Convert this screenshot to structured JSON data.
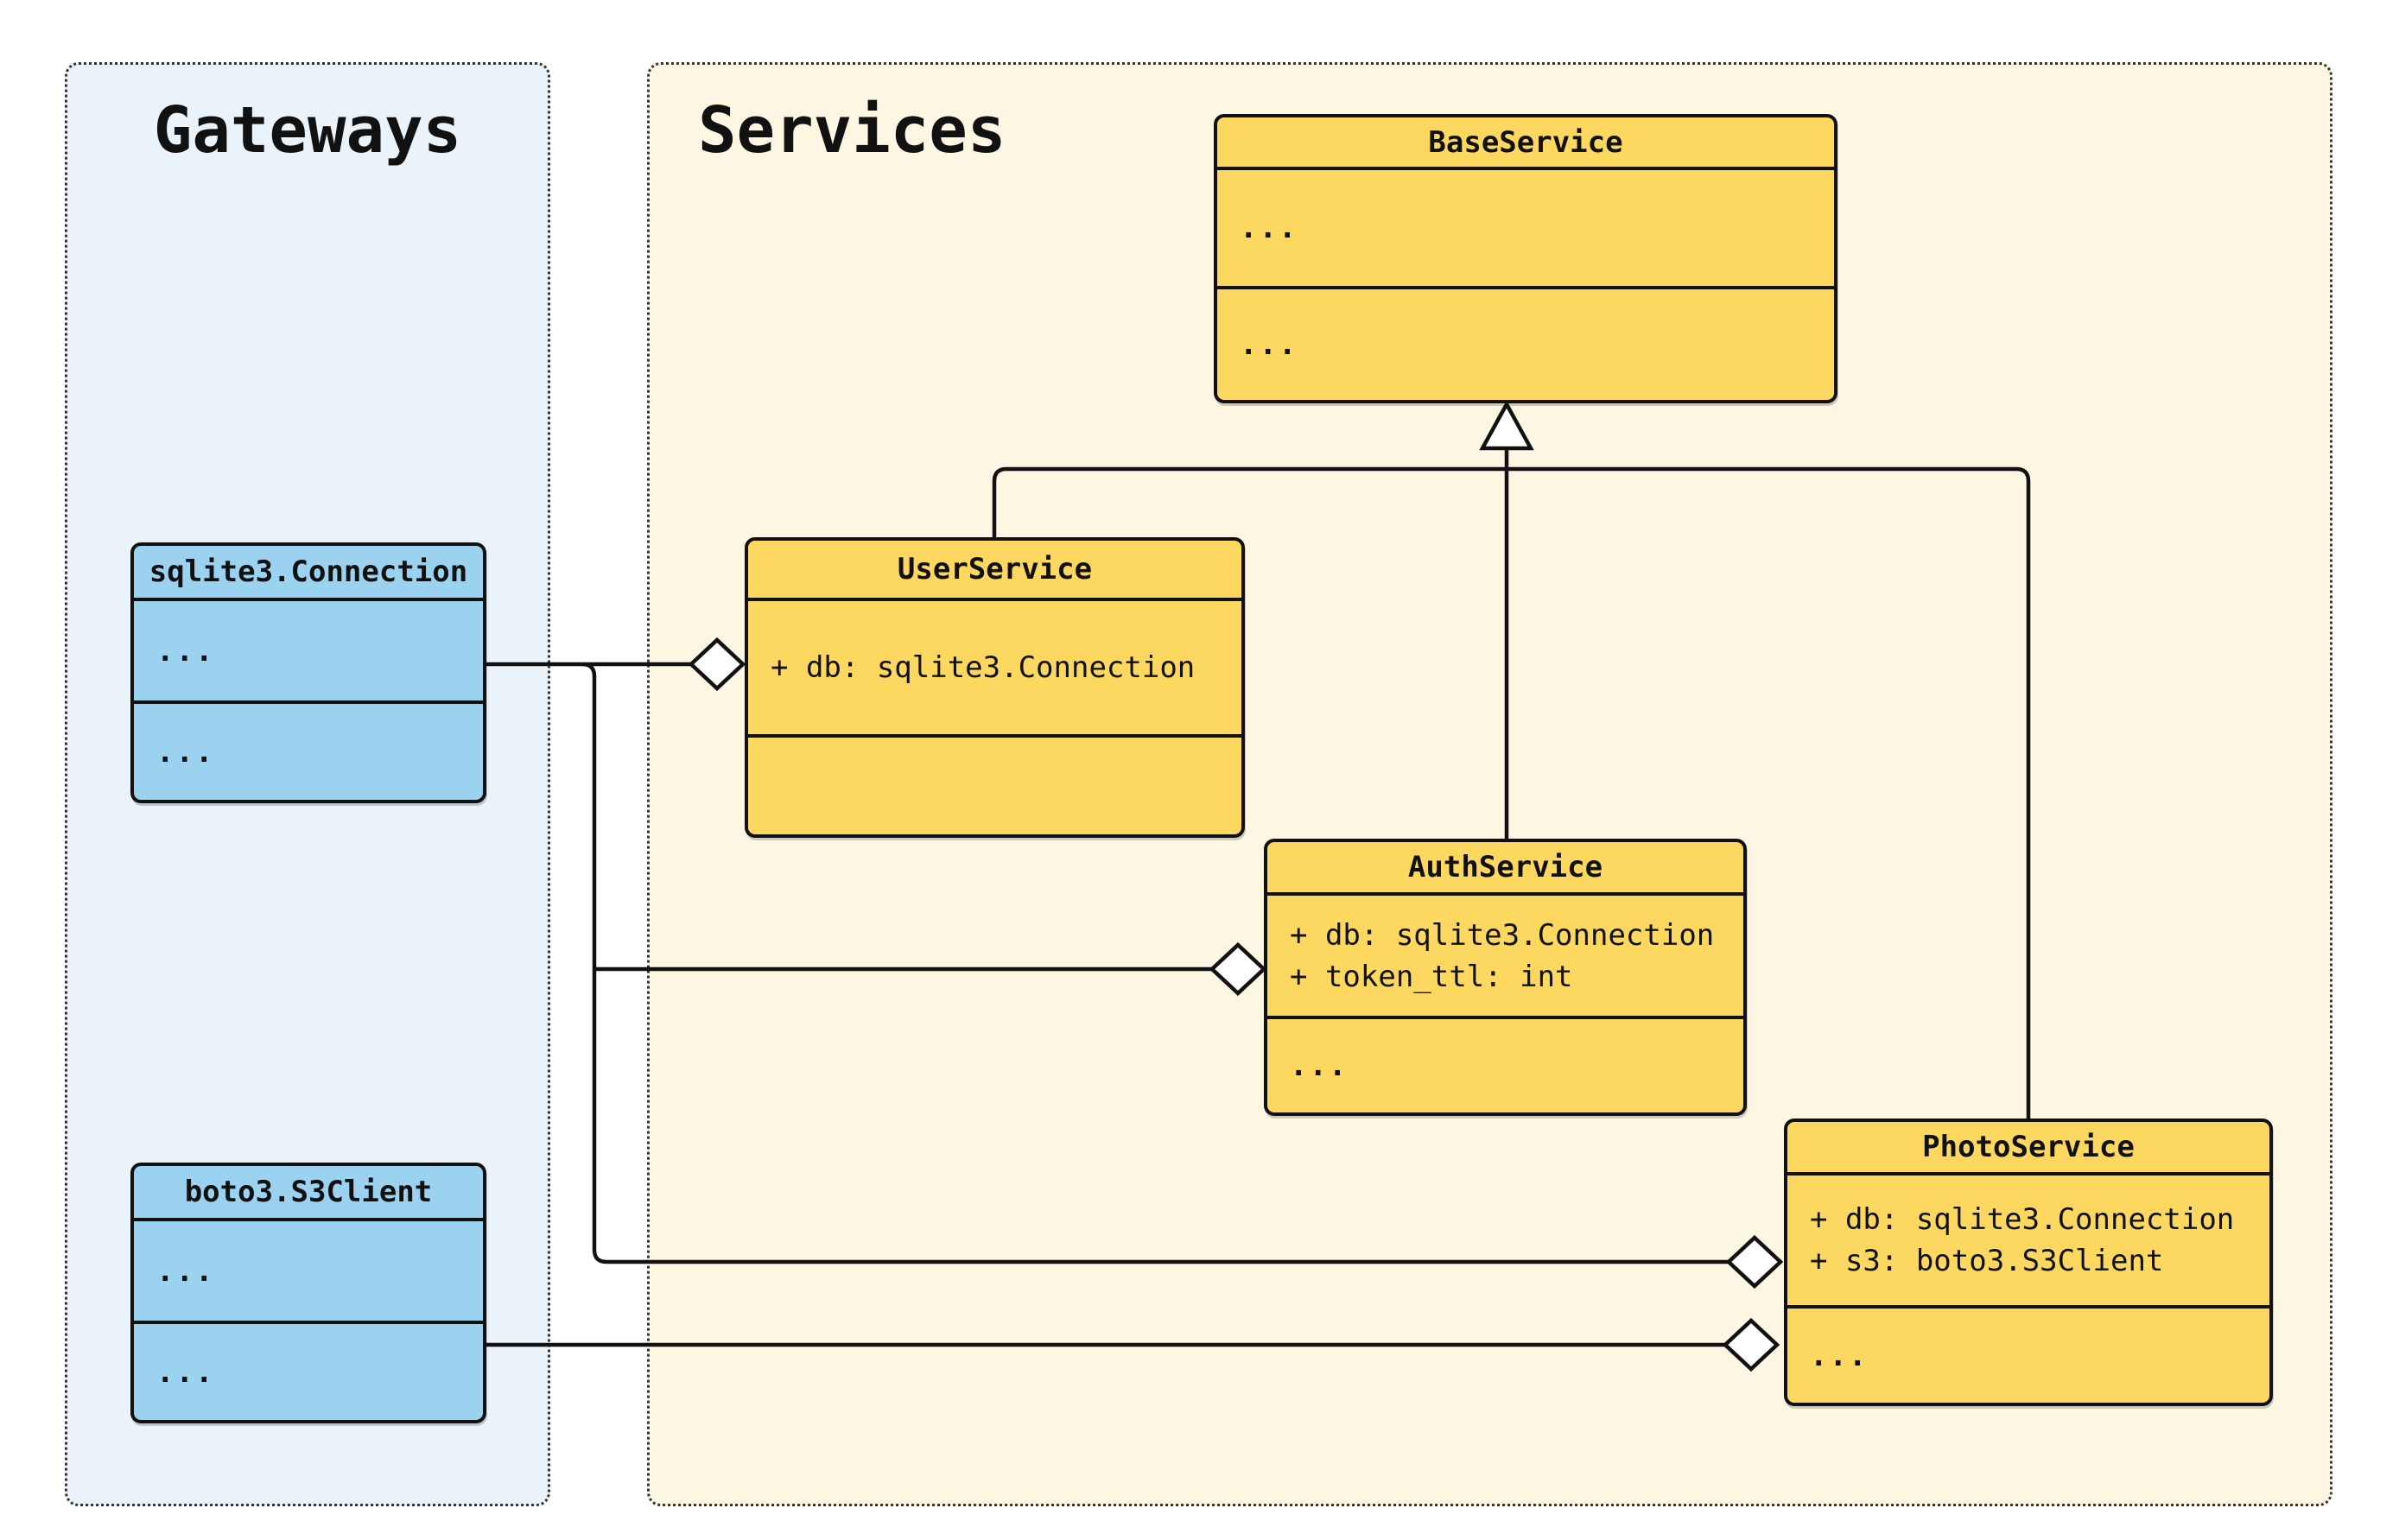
{
  "diagram": {
    "kind": "uml-class-diagram",
    "groups": {
      "gateways": {
        "label": "Gateways",
        "bg": "#EAF2FA",
        "border_style": "dotted"
      },
      "services": {
        "label": "Services",
        "bg": "#FDF6E3",
        "border_style": "dotted"
      }
    },
    "colors": {
      "gateway_class_fill": "#9AD2F0",
      "service_class_fill": "#FCD860",
      "stroke": "#111111",
      "page_background": "#FFFFFF"
    },
    "classes": {
      "sqlite": {
        "title": "sqlite3.Connection",
        "attributes": [
          "..."
        ],
        "methods": [
          "..."
        ],
        "group": "Gateways"
      },
      "boto": {
        "title": "boto3.S3Client",
        "attributes": [
          "..."
        ],
        "methods": [
          "..."
        ],
        "group": "Gateways"
      },
      "base": {
        "title": "BaseService",
        "attributes": [
          "..."
        ],
        "methods": [
          "..."
        ],
        "group": "Services"
      },
      "user": {
        "title": "UserService",
        "attributes": [
          "+ db: sqlite3.Connection"
        ],
        "methods": [],
        "group": "Services"
      },
      "auth": {
        "title": "AuthService",
        "attributes": [
          "+ db: sqlite3.Connection",
          "+ token_ttl: int"
        ],
        "methods": [
          "..."
        ],
        "group": "Services"
      },
      "photo": {
        "title": "PhotoService",
        "attributes": [
          "+ db: sqlite3.Connection",
          "+ s3: boto3.S3Client"
        ],
        "methods": [
          "..."
        ],
        "group": "Services"
      }
    },
    "relationships": [
      {
        "type": "inheritance",
        "from": "UserService",
        "to": "BaseService",
        "marker": "hollow-triangle"
      },
      {
        "type": "inheritance",
        "from": "AuthService",
        "to": "BaseService",
        "marker": "hollow-triangle"
      },
      {
        "type": "inheritance",
        "from": "PhotoService",
        "to": "BaseService",
        "marker": "hollow-triangle"
      },
      {
        "type": "aggregation",
        "from": "sqlite3.Connection",
        "to": "UserService",
        "marker": "hollow-diamond"
      },
      {
        "type": "aggregation",
        "from": "sqlite3.Connection",
        "to": "AuthService",
        "marker": "hollow-diamond"
      },
      {
        "type": "aggregation",
        "from": "sqlite3.Connection",
        "to": "PhotoService",
        "marker": "hollow-diamond"
      },
      {
        "type": "aggregation",
        "from": "boto3.S3Client",
        "to": "PhotoService",
        "marker": "hollow-diamond"
      }
    ]
  }
}
